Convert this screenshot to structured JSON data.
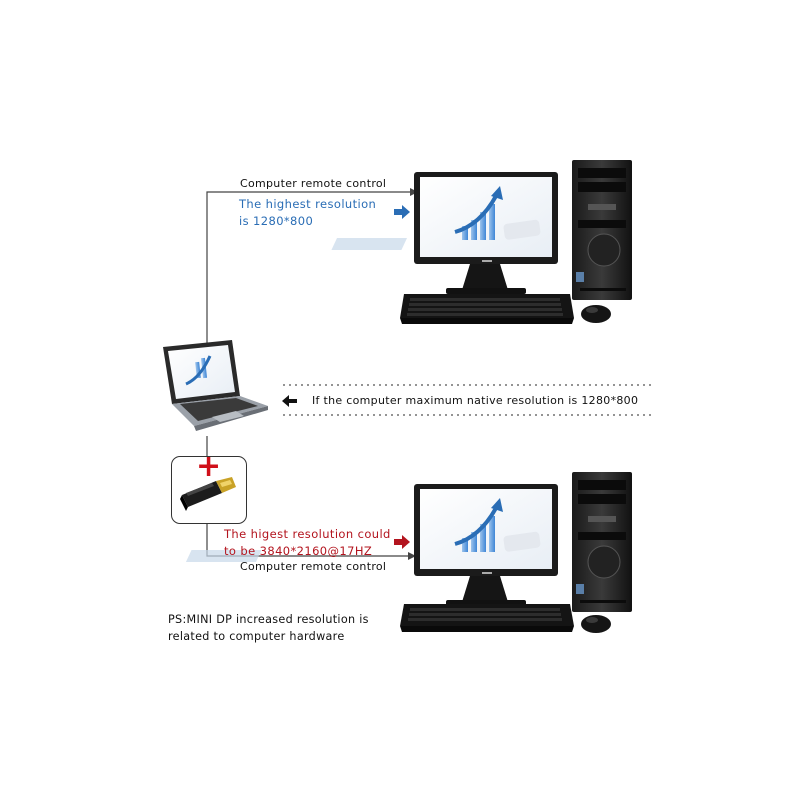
{
  "top": {
    "connection_label": "Computer remote control",
    "resolution_text": "The highest resolution is 1280*800",
    "accent_color": "#2a6db5"
  },
  "middle": {
    "native_resolution_text": "If the computer maximum native resolution is 1280*800"
  },
  "bottom": {
    "resolution_text": "The higest resolution could to be 3840*2160@17HZ",
    "connection_label": "Computer remote control",
    "accent_color": "#b3141e"
  },
  "adapter": {
    "plus_symbol": "+",
    "plus_color": "#d0101a"
  },
  "note": "PS:MINI DP increased resolution is related to computer hardware",
  "icons": [
    "laptop-icon",
    "adapter-icon",
    "monitor-icon",
    "desktop-tower-icon",
    "keyboard-icon",
    "mouse-icon",
    "arrow-icon"
  ]
}
